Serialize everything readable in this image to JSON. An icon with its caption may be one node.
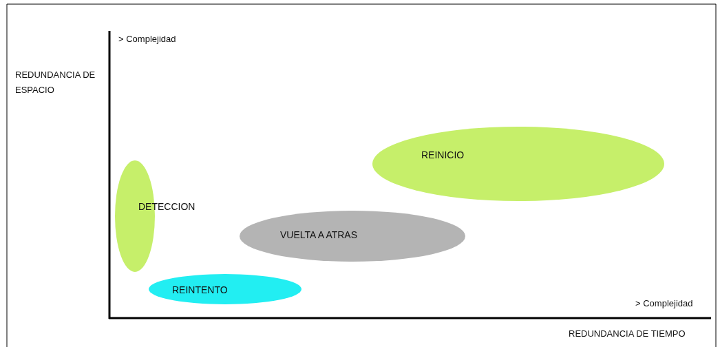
{
  "diagram": {
    "nodes": [
      {
        "text": [
          "REINICIO"
        ]
      },
      {
        "text": [
          "DETECCION"
        ]
      },
      {
        "text": [
          "VUELTA A ATRAS"
        ]
      },
      {
        "text": [
          "REINTENTO"
        ]
      }
    ],
    "labels": [
      "> Complejidad",
      "REDUNDANCIA DE ESPACIO",
      "> Complejidad",
      "REDUNDANCIA DE TIEMPO"
    ]
  }
}
